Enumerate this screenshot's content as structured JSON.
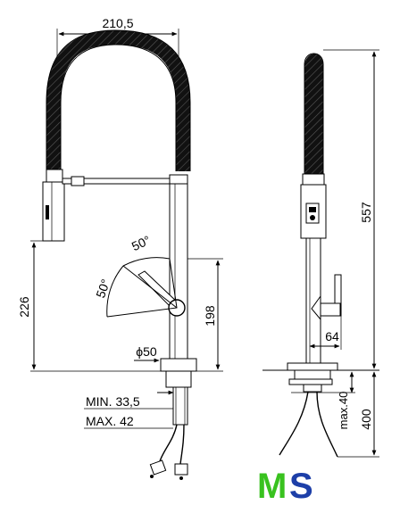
{
  "dimensions": {
    "width_top": "210,5",
    "height_left": "226",
    "height_spout": "198",
    "angle_upper": "50°",
    "angle_left": "50°",
    "diameter_base": "ϕ50",
    "hose_min": "MIN. 33,5",
    "hose_max": "MAX. 42",
    "total_height": "557",
    "handle_offset": "64",
    "max_thickness": "max.40",
    "hose_length": "400"
  },
  "logo": {
    "text_m": "M",
    "text_s": "S",
    "color_m": "#39c21f",
    "color_s": "#1d3fa8"
  }
}
